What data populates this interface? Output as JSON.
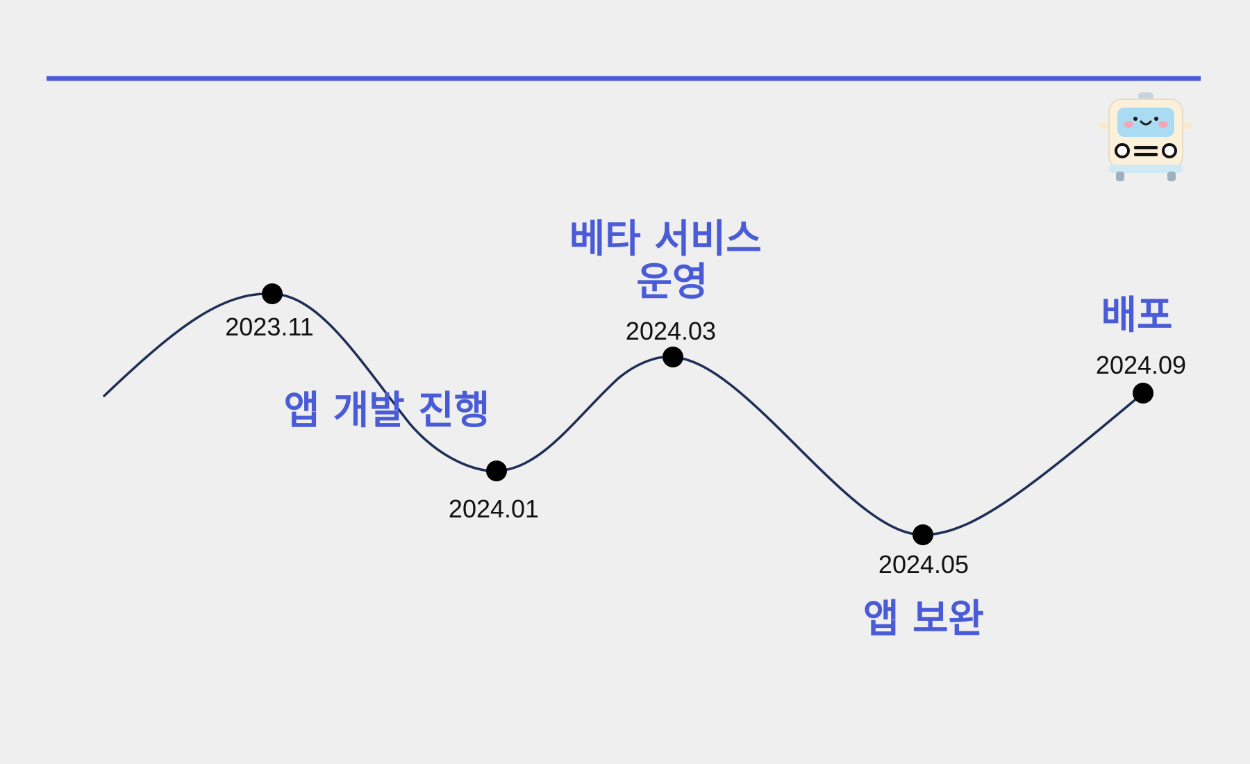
{
  "colors": {
    "background": "#efefef",
    "top_rule": "#4a5bd8",
    "curve": "#1e2e55",
    "marker": "#000000",
    "phase_text": "#4a5bd8",
    "date_text": "#111111"
  },
  "icon": {
    "name": "taxi-car-icon"
  },
  "milestones": [
    {
      "date": "2023.11"
    },
    {
      "date": "2024.01"
    },
    {
      "date": "2024.03"
    },
    {
      "date": "2024.05"
    },
    {
      "date": "2024.09"
    }
  ],
  "phases": [
    {
      "lines": [
        "앱 개발 진행"
      ]
    },
    {
      "lines": [
        "베타 서비스",
        "운영"
      ]
    },
    {
      "lines": [
        "앱 보완"
      ]
    },
    {
      "lines": [
        "배포"
      ]
    }
  ]
}
